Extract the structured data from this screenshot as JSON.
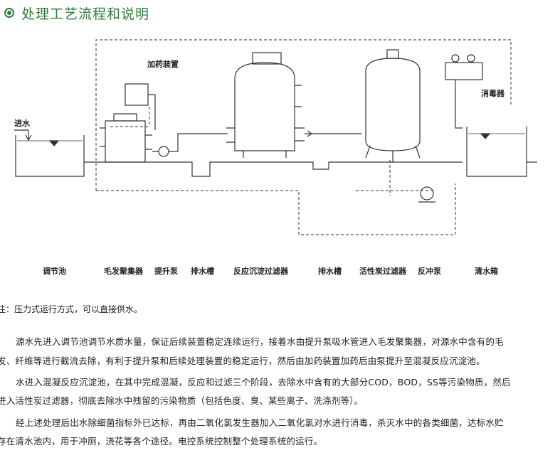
{
  "header": {
    "title": "处理工艺流程和说明",
    "icon": "circle-bullet-icon",
    "color": "#2f7d3a"
  },
  "diagram": {
    "labels": {
      "inlet": "进水",
      "dosing": "加药装置",
      "disinfector": "消毒器"
    },
    "captions": [
      "调节池",
      "毛发聚集器",
      "提升泵",
      "排水槽",
      "反应沉淀过滤器",
      "排水槽",
      "活性炭过滤器",
      "反冲泵",
      "清水箱"
    ]
  },
  "note": "注：压力式运行方式，可以直接供水。",
  "paragraphs": [
    "源水先进入调节池调节水质水量，保证后续装置稳定连续运行，接着水由提升泵吸水管进入毛发聚集器，对源水中含有的毛",
    "发、纤维等进行截流去除，有利于提升泵和后续处理装置的稳定运行，然后由加药装置加药后由泵提升至混凝反应沉淀池。",
    "水进入混凝反应沉淀池，在其中完成混凝，反应和过滤三个阶段，去除水中含有的大部分COD，BOD，SS等污染物质，然后",
    "进入活性炭过滤器，彻底去除水中残留的污染物质（包括色度、臭、某些离子、洗涤剂等）。",
    "经上述处理后出水除细菌指标外已达标，再由二氧化氯发生器加入二氧化氯对水进行消毒，杀灭水中的各类细菌，达标水贮",
    "存在清水池内，用于冲厕，浇花等各个途径。电控系统控制整个处理系统的运行。"
  ]
}
